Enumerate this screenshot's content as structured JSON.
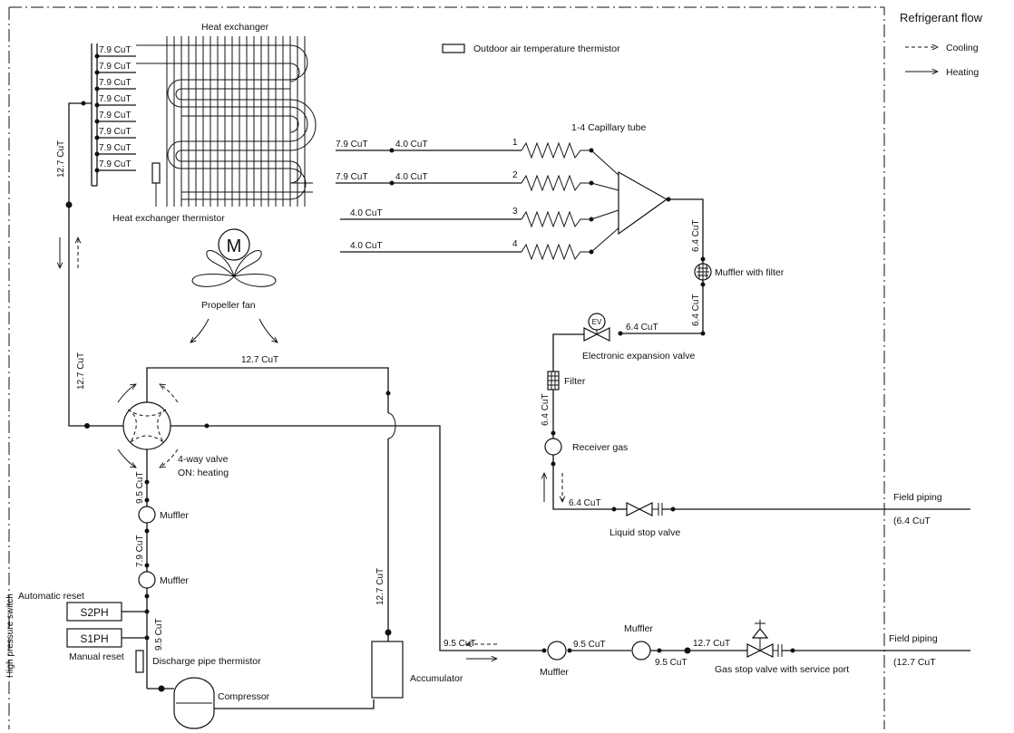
{
  "legend": {
    "title": "Refrigerant flow",
    "cooling": "Cooling",
    "heating": "Heating"
  },
  "components": {
    "heat_exchanger": "Heat exchanger",
    "outdoor_thermistor": "Outdoor air temperature thermistor",
    "hx_thermistor": "Heat exchanger thermistor",
    "motor": "M",
    "fan": "Propeller fan",
    "capillary": "1-4 Capillary tube",
    "muffler_filter": "Muffler with filter",
    "ev": "EV",
    "eev": "Electronic expansion valve",
    "filter": "Filter",
    "receiver": "Receiver gas",
    "four_way_1": "4-way valve",
    "four_way_2": "ON: heating",
    "muffler": "Muffler",
    "auto_reset": "Automatic reset",
    "manual_reset": "Manual reset",
    "hps": "High pressure switch",
    "s2ph": "S2PH",
    "s1ph": "S1PH",
    "discharge_thermistor": "Discharge pipe thermistor",
    "compressor": "Compressor",
    "accumulator": "Accumulator",
    "liquid_stop": "Liquid stop valve",
    "gas_stop": "Gas stop valve with service port",
    "field_piping": "Field piping",
    "field_liquid": "(6.4 CuT",
    "field_gas": "(12.7 CuT"
  },
  "capillary_numbers": [
    "1",
    "2",
    "3",
    "4"
  ],
  "pipes": {
    "hx_rows": [
      "7.9 CuT",
      "7.9 CuT",
      "7.9 CuT",
      "7.9 CuT",
      "7.9 CuT",
      "7.9 CuT",
      "7.9 CuT",
      "7.9 CuT"
    ],
    "header_127": "12.7 CuT",
    "cap1_a": "7.9 CuT",
    "cap1_b": "4.0 CuT",
    "cap2_a": "7.9 CuT",
    "cap2_b": "4.0 CuT",
    "cap3": "4.0 CuT",
    "cap4": "4.0 CuT",
    "dist_out": "6.4 CuT",
    "muffler_out": "6.4 CuT",
    "ev_pipe": "6.4 CuT",
    "top_127": "12.7 CuT",
    "left_127": "12.7 CuT",
    "filter_pipe": "6.4 CuT",
    "liquid_pipe": "6.4 CuT",
    "pipe_95_a": "9.5 CuT",
    "pipe_79": "7.9 CuT",
    "pipe_95_b": "9.5 CuT",
    "acc_127": "12.7 CuT",
    "suction_95": "9.5 CuT",
    "muff_95_a": "9.5 CuT",
    "muff_95_b": "9.5 CuT",
    "gas_127": "12.7 CuT"
  }
}
